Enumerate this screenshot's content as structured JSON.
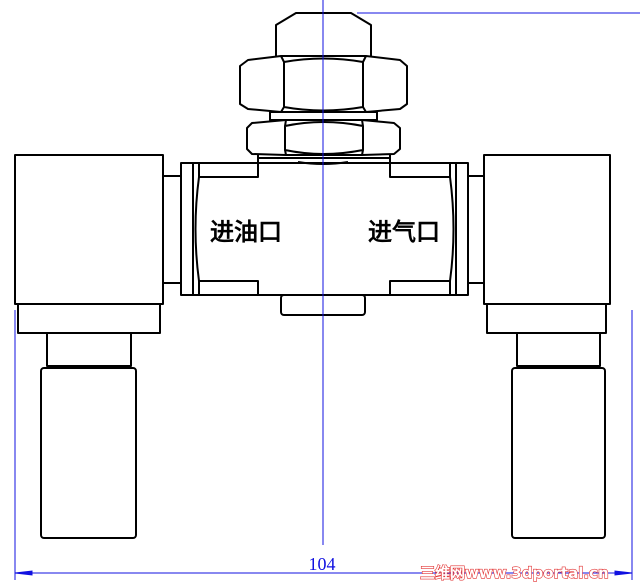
{
  "diagram": {
    "labels": {
      "oil_inlet": "进油口",
      "air_inlet": "进气口"
    },
    "dimension": "104",
    "watermark": "三维网www.3dportal.cn",
    "colors": {
      "outline": "#000000",
      "dimension_line": "#1010e0",
      "watermark": "#e23030"
    }
  }
}
